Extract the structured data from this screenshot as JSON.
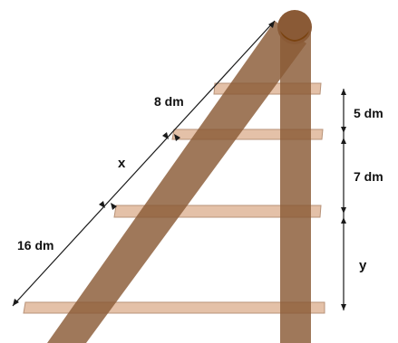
{
  "labels": {
    "upper_left_segment": "8 dm",
    "middle_left_segment": "x",
    "lower_left_segment": "16 dm",
    "upper_right_gap": "5 dm",
    "middle_right_gap": "7 dm",
    "lower_right_gap": "y"
  },
  "colors": {
    "pole": "#8a5a36",
    "pole_top": "#7a4310",
    "rung": "#e4c1a8",
    "rung_edge": "#b79278",
    "measure_line": "#1a1a1a"
  }
}
